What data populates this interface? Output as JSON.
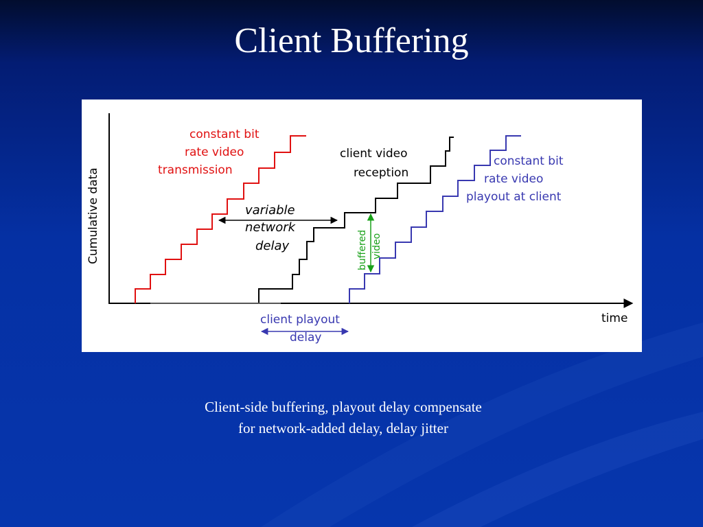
{
  "slide": {
    "title": "Client Buffering",
    "caption_line1": "Client-side buffering, playout delay compensate",
    "caption_line2": "for network-added delay, delay jitter"
  },
  "diagram": {
    "y_axis_label": "Cumulative data",
    "x_axis_label": "time",
    "transmission_label": [
      "constant bit",
      "rate video",
      "transmission"
    ],
    "reception_label": [
      "client video",
      "reception"
    ],
    "playout_label": [
      "constant bit",
      "rate video",
      "playout at client"
    ],
    "network_delay_label": [
      "variable",
      "network",
      "delay"
    ],
    "buffered_label": [
      "buffered",
      "video"
    ],
    "playout_delay_label": [
      "client playout",
      "delay"
    ],
    "colors": {
      "transmission": "#e01010",
      "reception": "#000000",
      "playout": "#3838b0",
      "buffered": "#18a018",
      "background_top": "#020d2e",
      "background_bottom": "#0636ad"
    }
  }
}
